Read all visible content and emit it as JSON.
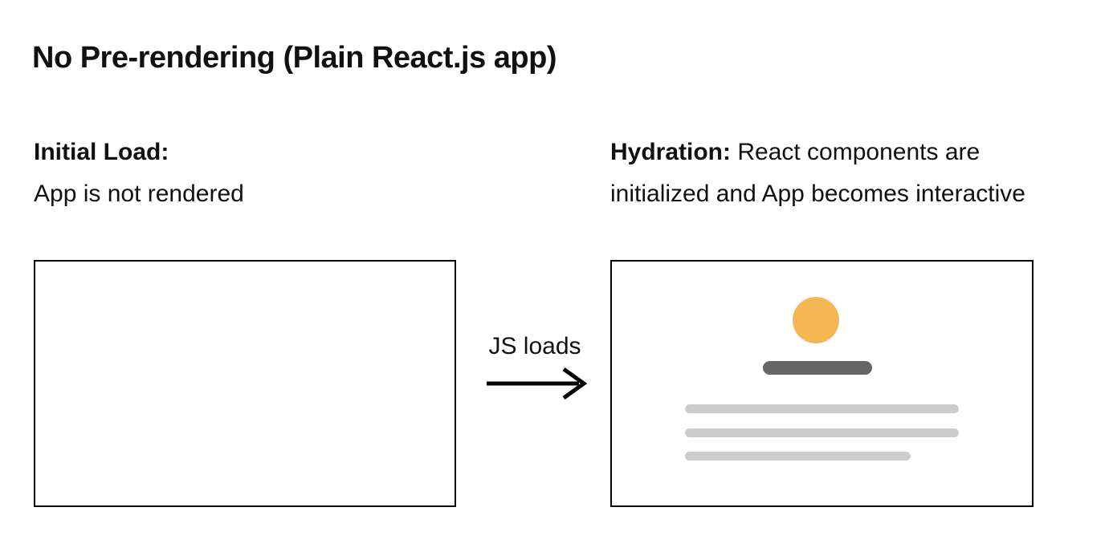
{
  "page": {
    "title": "No Pre-rendering (Plain React.js app)"
  },
  "left_section": {
    "heading": "Initial Load:",
    "body": "App is not rendered"
  },
  "right_section": {
    "heading": "Hydration:",
    "body": "React components are initialized and App becomes interactive"
  },
  "transition": {
    "label": "JS loads"
  },
  "skeleton": {
    "shapes": [
      "orange-circle",
      "dark-heading-bar",
      "gray-text-line",
      "gray-text-line",
      "gray-text-line-short"
    ]
  },
  "colors": {
    "accent": "#F5B754",
    "bar_dark": "#666666",
    "line_light": "#CCCCCC",
    "text": "#111111",
    "border": "#000000"
  }
}
